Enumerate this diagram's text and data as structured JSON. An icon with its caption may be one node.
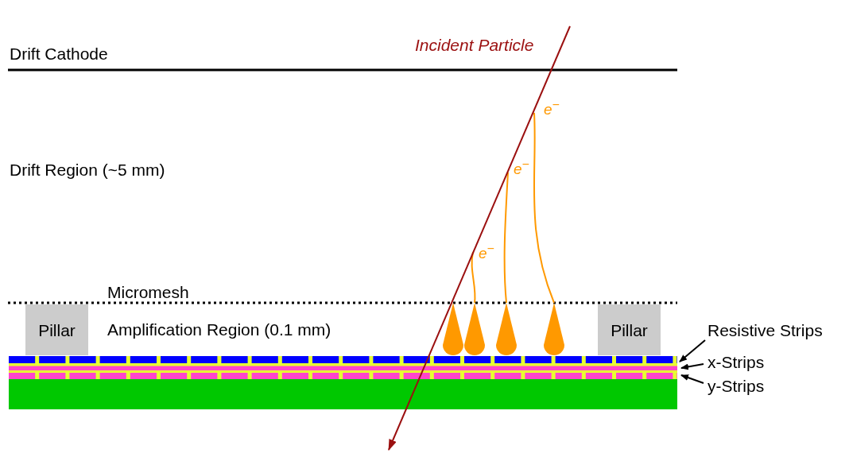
{
  "diagram": {
    "nodes": [
      {
        "text": [
          "Pillar"
        ]
      },
      {
        "text": [
          "Pillar"
        ]
      },
      {
        "text": [
          "Resistive Strips"
        ]
      },
      {
        "text": [
          "x-Strips"
        ]
      },
      {
        "text": [
          "y-Strips"
        ]
      },
      {
        "text": [],
        "shape": "bar"
      },
      {
        "text": [],
        "shape": "bar"
      },
      {
        "text": [],
        "shape": "bar"
      },
      {
        "text": [],
        "shape": "bar"
      }
    ],
    "edges": [
      {
        "from": 2,
        "to": 5,
        "arrow": "to"
      },
      {
        "from": 3,
        "to": 6,
        "arrow": "to"
      },
      {
        "from": 4,
        "to": 7,
        "arrow": "to"
      }
    ],
    "labels": [
      "Drift Cathode",
      "Incident Particle",
      "e$^{−}$",
      "Drift Region (~5 mm)",
      "e$^{−}$",
      "e$^{−}$",
      "Micromesh",
      "Amplification Region (0.1 mm)"
    ]
  }
}
